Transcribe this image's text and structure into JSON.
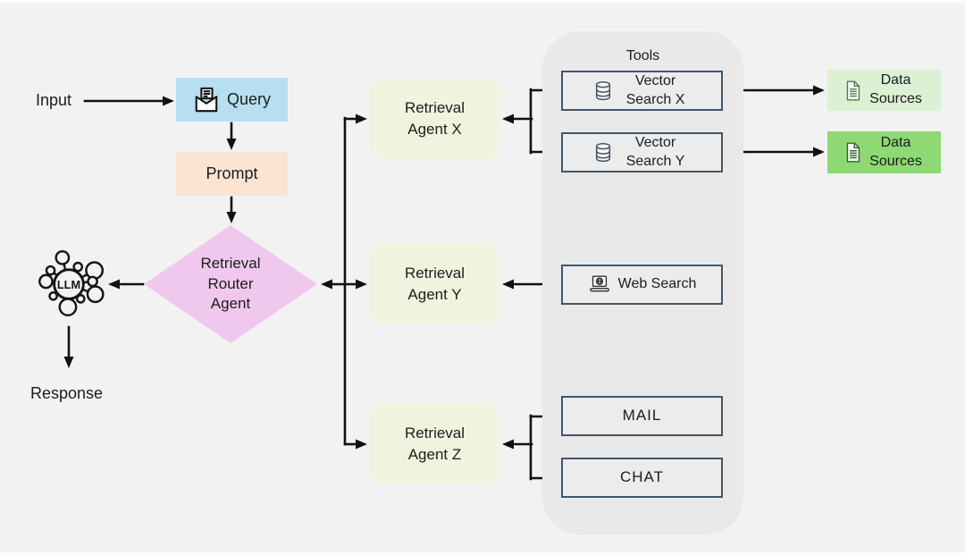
{
  "flow": {
    "input_label": "Input",
    "query_label": "Query",
    "prompt_label": "Prompt",
    "router_label": "Retrieval Router Agent",
    "llm_label": "LLM",
    "response_label": "Response"
  },
  "agents": [
    {
      "label": "Retrieval Agent X"
    },
    {
      "label": "Retrieval Agent Y"
    },
    {
      "label": "Retrieval Agent Z"
    }
  ],
  "tools_panel": {
    "title": "Tools",
    "items": [
      {
        "label": "Vector Search X",
        "icon": "database-icon"
      },
      {
        "label": "Vector Search Y",
        "icon": "database-icon"
      },
      {
        "label": "Web Search",
        "icon": "web-search-laptop-icon"
      },
      {
        "label": "MAIL",
        "icon": null
      },
      {
        "label": "CHAT",
        "icon": null
      }
    ]
  },
  "data_sources": [
    {
      "label": "Data Sources",
      "icon": "document-icon",
      "variant": "light"
    },
    {
      "label": "Data Sources",
      "icon": "document-icon",
      "variant": "dark"
    }
  ],
  "icons": {
    "query": "open-mail-icon",
    "llm": "llm-network-icon",
    "vector_search": "database-icon",
    "web_search": "web-search-laptop-icon",
    "data_sources": "document-icon"
  },
  "colors": {
    "canvas_bg": "#f2f2f2",
    "query_bg": "#b7dff1",
    "prompt_bg": "#fce4d2",
    "router_bg": "#f1c8ed",
    "agent_bg": "#f0f4de",
    "tools_panel_bg": "#e9e9e9",
    "tool_box_bg": "#ececec",
    "tool_box_border": "#41566b",
    "data_source_light_bg": "#dcf0d4",
    "data_source_dark_bg": "#8ed973",
    "arrow": "#111111"
  }
}
